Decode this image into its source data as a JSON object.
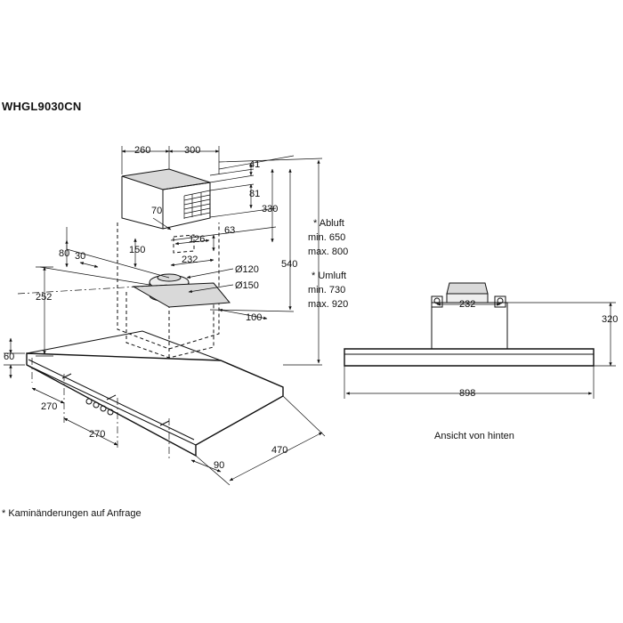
{
  "model": "WHGL9030CN",
  "footnote": "* Kaminänderungen auf Anfrage",
  "side_view": {
    "dims": {
      "d260": "260",
      "d300": "300",
      "d41": "41",
      "d81": "81",
      "d330": "330",
      "d70": "70",
      "d63": "63",
      "d126": "126",
      "d150": "150",
      "d232": "232",
      "d80": "80",
      "d30": "30",
      "d_o120": "Ø120",
      "d_o150": "Ø150",
      "d252": "252",
      "d100": "100",
      "d540": "540",
      "d60": "60",
      "d270a": "270",
      "d270b": "270",
      "d90": "90",
      "d470": "470"
    },
    "notes": {
      "abluft_label": "* Abluft",
      "abluft_min": "min. 650",
      "abluft_max": "max. 800",
      "umluft_label": "* Umluft",
      "umluft_min": "min. 730",
      "umluft_max": "max. 920"
    }
  },
  "rear_view": {
    "d232": "232",
    "d320": "320",
    "d898": "898",
    "caption": "Ansicht von hinten"
  }
}
